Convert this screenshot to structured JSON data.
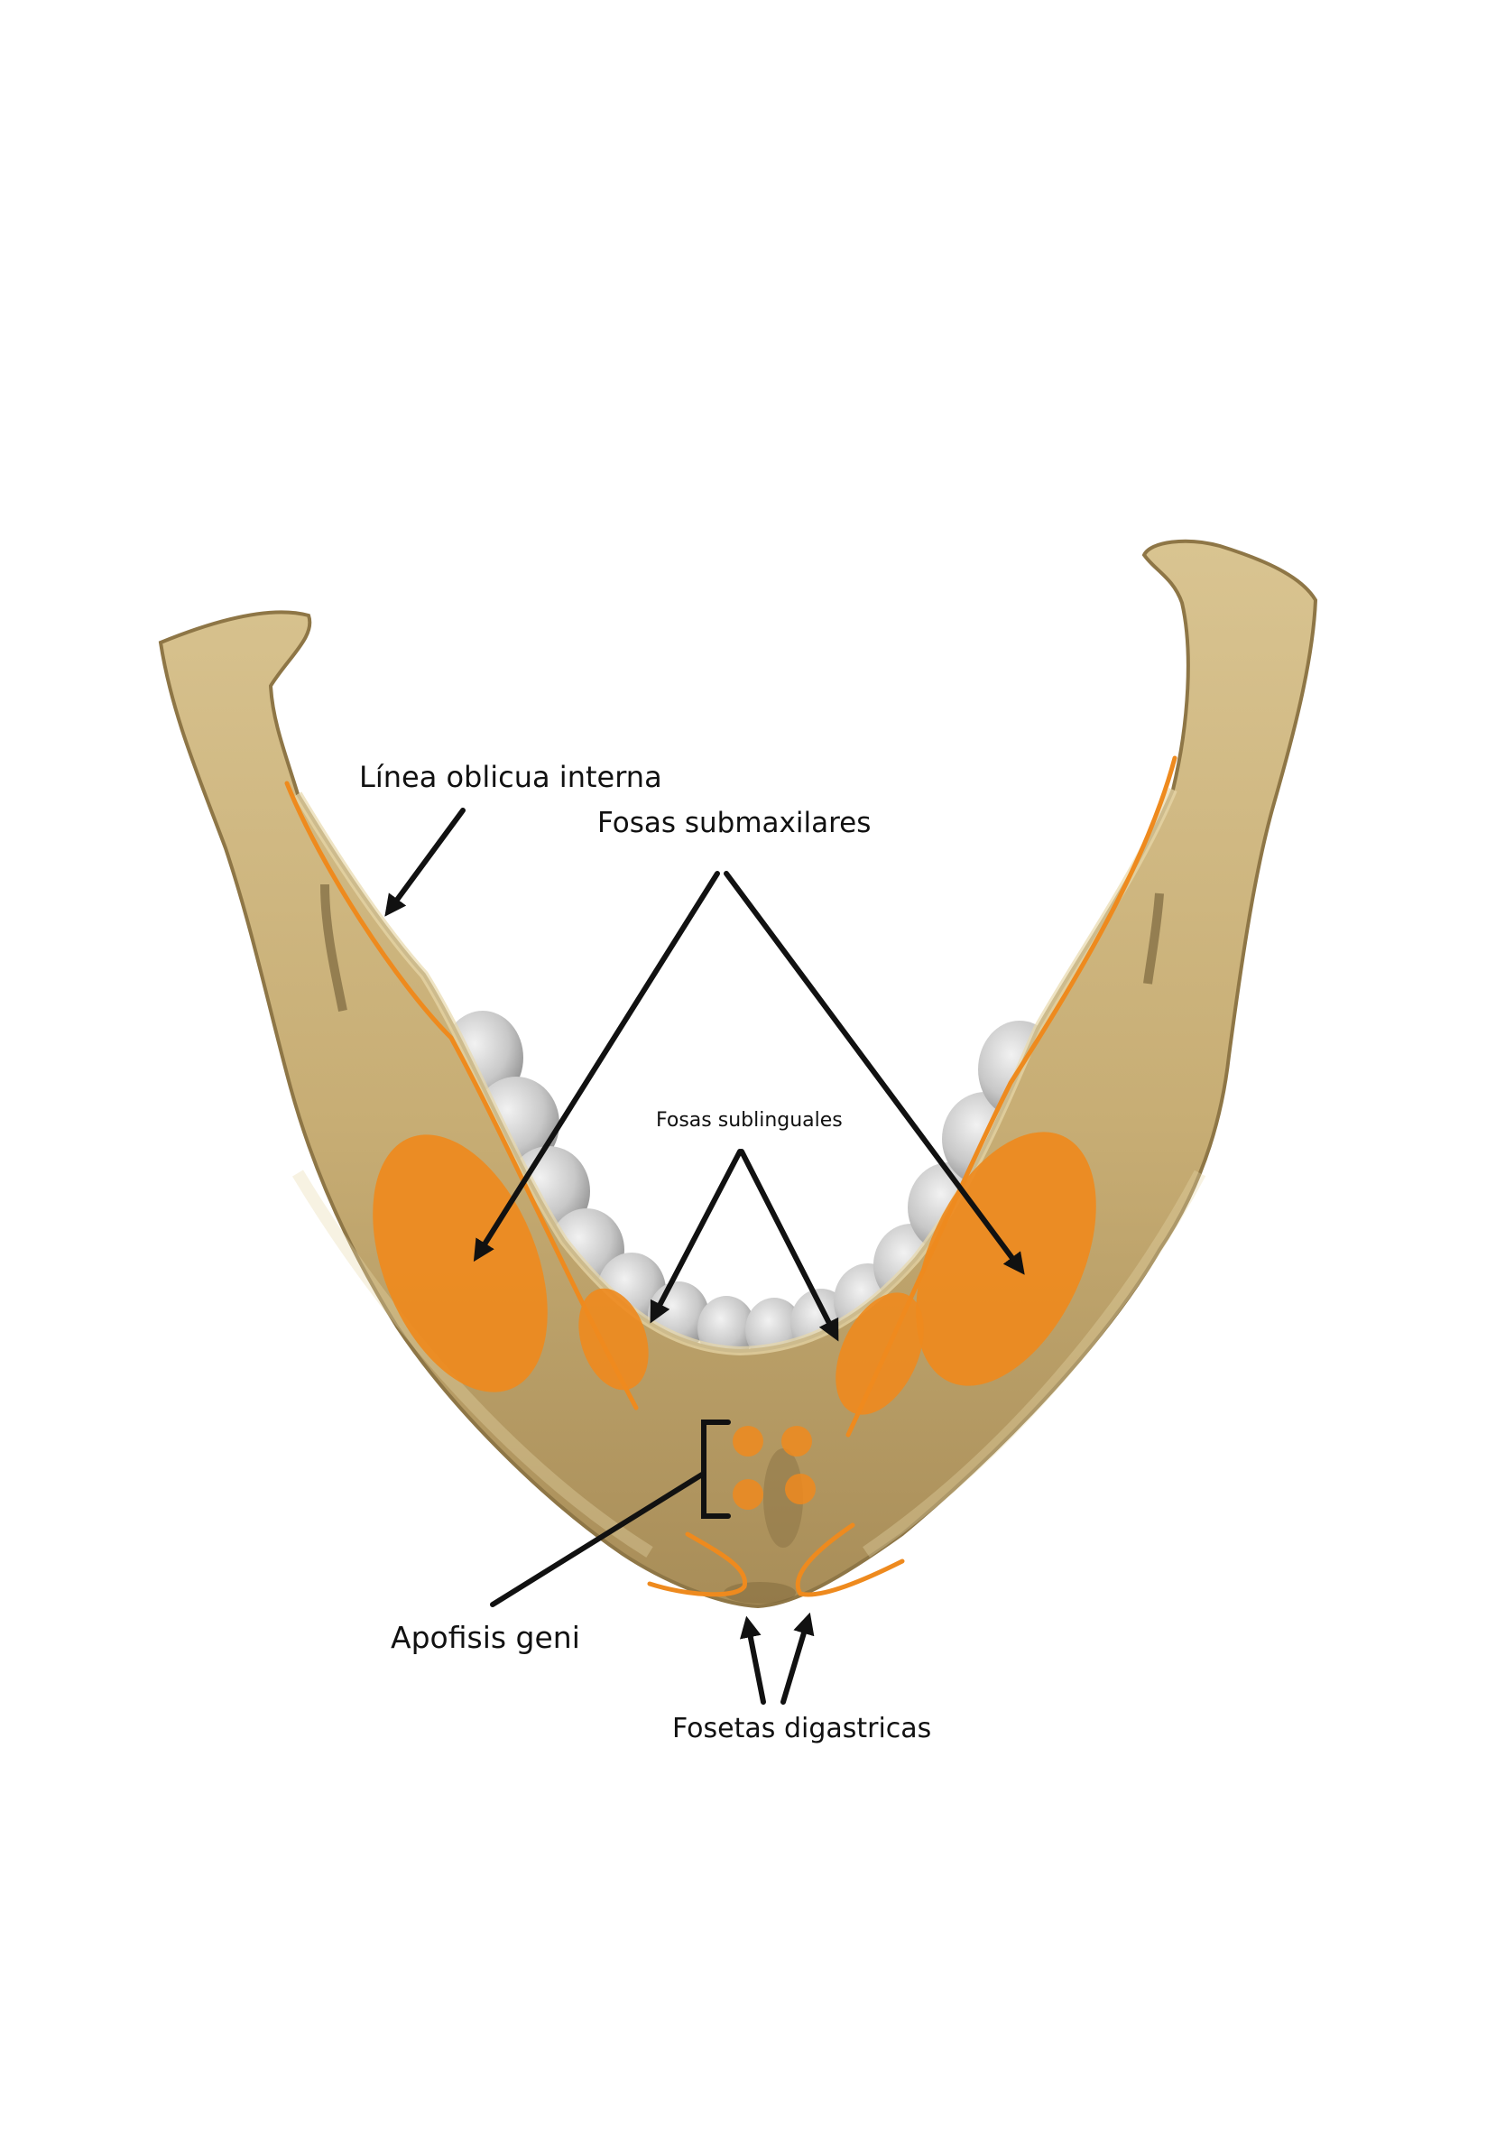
{
  "labels": {
    "linea_oblicua_interna": "Línea oblicua interna",
    "fosas_submaxilares": "Fosas submaxilares",
    "fosas_sublinguales": "Fosas sublinguales",
    "apofisis_geni": "Apofisis geni",
    "fosetas_digastricas": "Fosetas digastricas"
  },
  "colors": {
    "bone": "#c9b07a",
    "bone_shadow": "#8e7646",
    "bone_highlight": "#e4d3a3",
    "teeth": "#c4c4c4",
    "highlight_orange": "#ee8a1e",
    "arrow": "#111111"
  }
}
